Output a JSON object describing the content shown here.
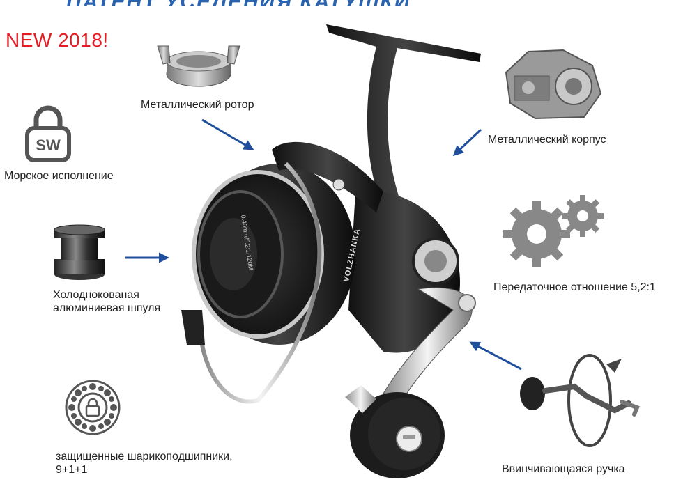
{
  "header": {
    "headline": "ПАТЕНТ УСЕЛЕНИЯ КАТУШКИ",
    "badge": "NEW 2018!"
  },
  "features": {
    "rotor": "Металлический ротор",
    "body": "Металлический корпус",
    "marine": "Морское исполнение",
    "marine_icon_text": "SW",
    "spool": "Холоднокованая алюминиевая шпуля",
    "gear": "Передаточное отношение 5,2:1",
    "bearings": "защищенные шарикоподшипники, 9+1+1",
    "handle": "Ввинчивающаяся ручка"
  },
  "product": {
    "brand": "VOLZHANKA",
    "line_spec": "0.40mm/5.2:1/120M"
  },
  "colors": {
    "arrow": "#1f4f9c",
    "badge": "#e41d25",
    "headline": "#2a63b0",
    "icon": "#555555"
  }
}
